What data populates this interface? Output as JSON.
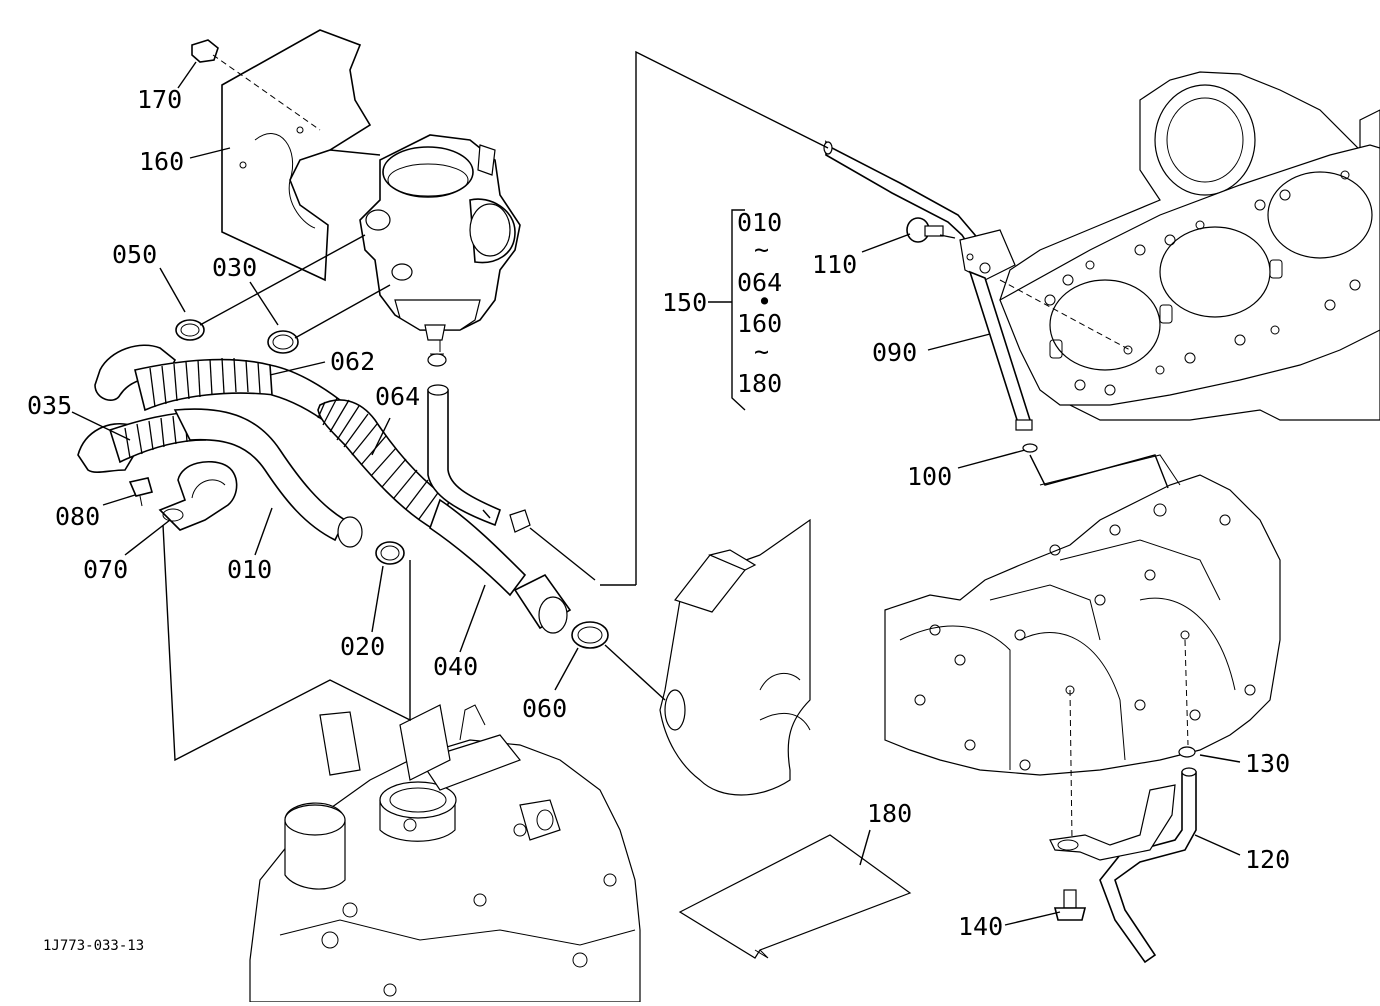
{
  "diagram_id": "1J773-033-13",
  "callouts": {
    "c170": "170",
    "c160": "160",
    "c050": "050",
    "c030": "030",
    "c062": "062",
    "c035": "035",
    "c064": "064",
    "c080": "080",
    "c070": "070",
    "c010": "010",
    "c020": "020",
    "c040": "040",
    "c060": "060",
    "c150": "150",
    "c110": "110",
    "c090": "090",
    "c100": "100",
    "c130": "130",
    "c120": "120",
    "c180": "180",
    "c140": "140"
  },
  "group_150": {
    "items": [
      "010",
      "~",
      "064",
      "•",
      "160",
      "~",
      "180"
    ]
  }
}
